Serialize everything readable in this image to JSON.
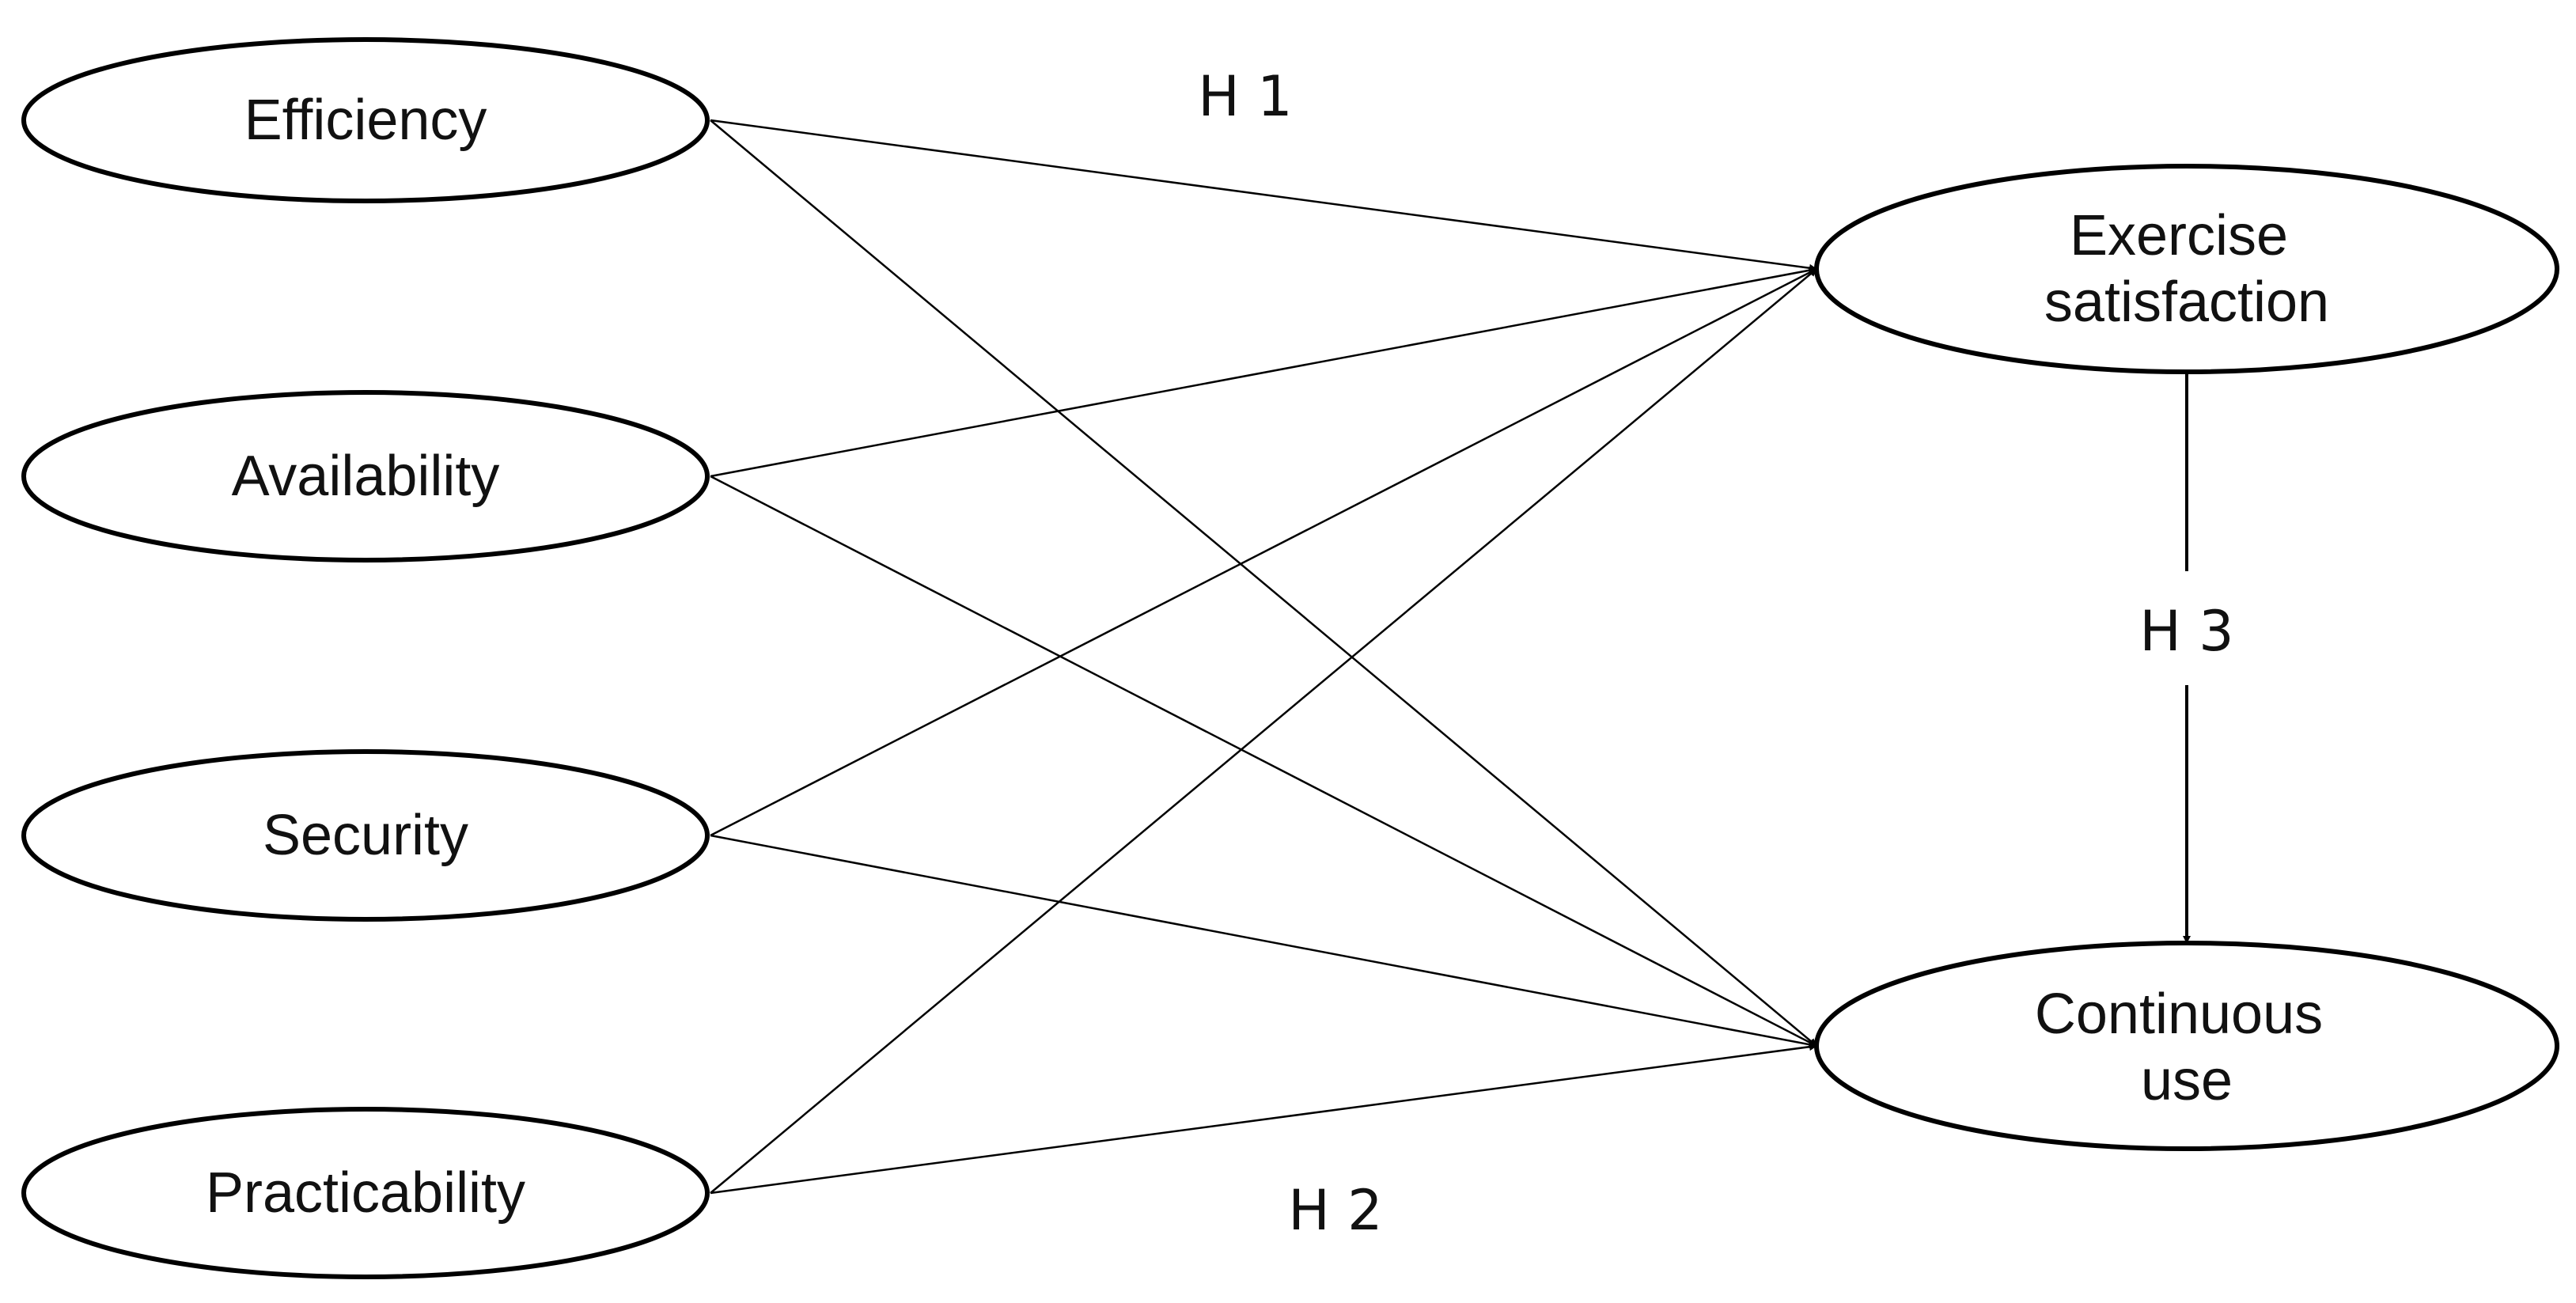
{
  "nodes": {
    "efficiency": "Efficiency",
    "availability": "Availability",
    "security": "Security",
    "practicability": "Practicability",
    "exercise_satisfaction": [
      "Exercise",
      "satisfaction"
    ],
    "continuous_use": [
      "Continuous",
      "use"
    ]
  },
  "hypotheses": {
    "h1": "H 1",
    "h2": "H 2",
    "h3": "H 3"
  },
  "edges": [
    {
      "from": "efficiency",
      "to": "exercise_satisfaction"
    },
    {
      "from": "efficiency",
      "to": "continuous_use"
    },
    {
      "from": "availability",
      "to": "exercise_satisfaction"
    },
    {
      "from": "availability",
      "to": "continuous_use"
    },
    {
      "from": "security",
      "to": "exercise_satisfaction"
    },
    {
      "from": "security",
      "to": "continuous_use"
    },
    {
      "from": "practicability",
      "to": "exercise_satisfaction"
    },
    {
      "from": "practicability",
      "to": "continuous_use"
    },
    {
      "from": "exercise_satisfaction",
      "to": "continuous_use"
    }
  ]
}
